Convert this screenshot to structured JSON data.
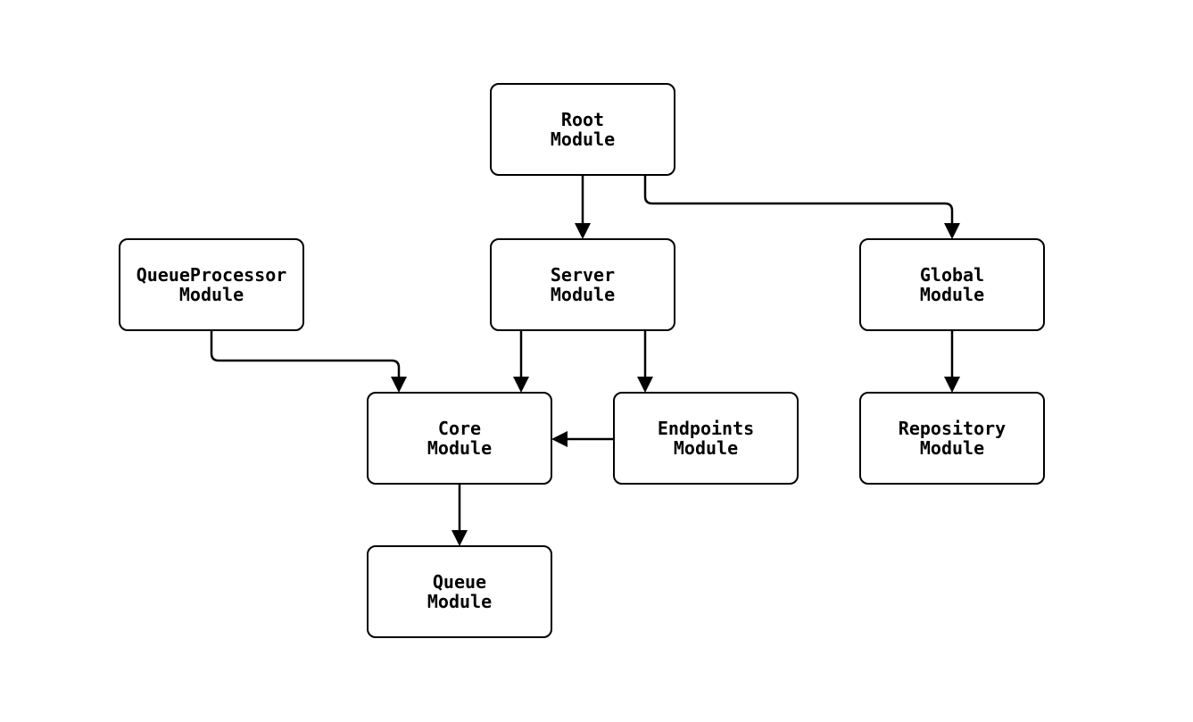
{
  "diagram": {
    "type": "flowchart",
    "background_color": "#ffffff",
    "node_fill_color": "#ffffff",
    "line_color": "#000000",
    "text_color": "#000000",
    "nodes": [
      {
        "id": "root",
        "line1": "Root",
        "line2": "Module"
      },
      {
        "id": "server",
        "line1": "Server",
        "line2": "Module"
      },
      {
        "id": "queue-processor",
        "line1": "QueueProcessor",
        "line2": "Module"
      },
      {
        "id": "global",
        "line1": "Global",
        "line2": "Module"
      },
      {
        "id": "core",
        "line1": "Core",
        "line2": "Module"
      },
      {
        "id": "endpoints",
        "line1": "Endpoints",
        "line2": "Module"
      },
      {
        "id": "repository",
        "line1": "Repository",
        "line2": "Module"
      },
      {
        "id": "queue",
        "line1": "Queue",
        "line2": "Module"
      }
    ],
    "edges": [
      {
        "from": "root",
        "to": "server"
      },
      {
        "from": "root",
        "to": "global"
      },
      {
        "from": "queue-processor",
        "to": "core"
      },
      {
        "from": "server",
        "to": "core"
      },
      {
        "from": "server",
        "to": "endpoints"
      },
      {
        "from": "endpoints",
        "to": "core"
      },
      {
        "from": "global",
        "to": "repository"
      },
      {
        "from": "core",
        "to": "queue"
      }
    ]
  }
}
